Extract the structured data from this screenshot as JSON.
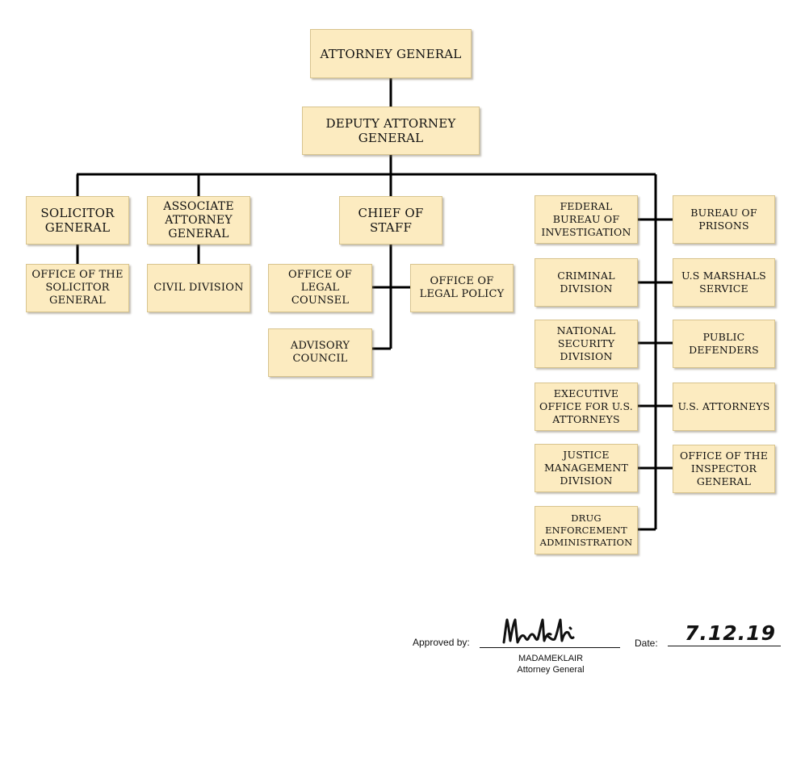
{
  "org": {
    "attorney_general": "ATTORNEY GENERAL",
    "deputy_attorney_general": "DEPUTY ATTORNEY\nGENERAL",
    "solicitor_general": "SOLICITOR\nGENERAL",
    "office_solicitor_general": "OFFICE OF THE\nSOLICITOR\nGENERAL",
    "associate_attorney_general": "ASSOCIATE\nATTORNEY\nGENERAL",
    "civil_division": "CIVIL DIVISION",
    "chief_of_staff": "CHIEF OF\nSTAFF",
    "office_legal_counsel": "OFFICE OF\nLEGAL COUNSEL",
    "office_legal_policy": "OFFICE OF\nLEGAL POLICY",
    "advisory_council": "ADVISORY\nCOUNCIL",
    "fbi": "FEDERAL\nBUREAU OF\nINVESTIGATION",
    "bureau_of_prisons": "BUREAU OF\nPRISONS",
    "criminal_division": "CRIMINAL\nDIVISION",
    "us_marshals": "U.S MARSHALS\nSERVICE",
    "national_security": "NATIONAL\nSECURITY\nDIVISION",
    "public_defenders": "PUBLIC\nDEFENDERS",
    "executive_office_us_attorneys": "EXECUTIVE\nOFFICE FOR U.S.\nATTORNEYS",
    "us_attorneys": "U.S. ATTORNEYS",
    "justice_management": "JUSTICE\nMANAGEMENT\nDIVISION",
    "inspector_general": "OFFICE OF THE\nINSPECTOR\nGENERAL",
    "dea": "DRUG\nENFORCEMENT\nADMINISTRATION"
  },
  "approval": {
    "approved_by_label": "Approved by:",
    "signature": "Madameklair",
    "name": "MADAMEKLAIR",
    "title": "Attorney General",
    "date_label": "Date:",
    "date_value": "7.12.19"
  },
  "colors": {
    "box_fill": "#fcebc0",
    "box_border": "#d8c48e",
    "line": "#000000"
  }
}
